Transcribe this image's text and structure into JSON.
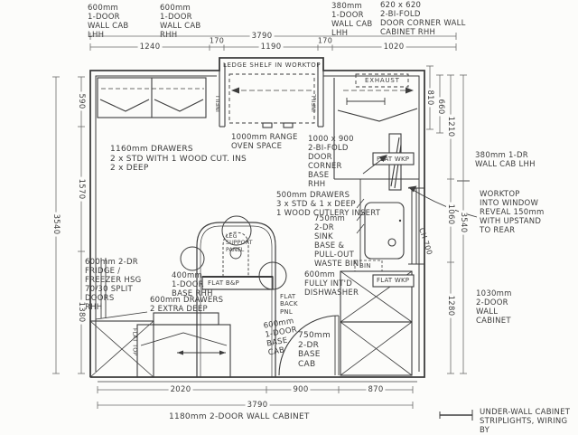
{
  "colors": {
    "ink": "#3c3c3c",
    "paper": "#fcfcfa"
  },
  "annotations": {
    "wall_cab_600_lhh": "600mm\n1-DOOR\nWALL CAB\nLHH",
    "wall_cab_600_rhh": "600mm\n1-DOOR\nWALL CAB\nRHH",
    "wall_cab_380_top": "380mm\n1-DOOR\nWALL CAB\nLHH",
    "corner_wall_cab_620": "620 x 620\n2-BI-FOLD\nDOOR CORNER WALL\nCABINET RHH",
    "ledge_shelf": "LEDGE SHELF IN WORKTOP",
    "infill_left": "INFILL",
    "infill_right": "INFILL",
    "exhaust": "EXHAUST",
    "range_oven": "1000mm RANGE\nOVEN SPACE",
    "corner_base": "1000 x 900\n2-BI-FOLD\nDOOR\nCORNER\nBASE\nRHH",
    "drawers_1160": "1160mm DRAWERS\n2 x STD WITH 1 WOOD CUT. INS\n2 x DEEP",
    "drawers_500": "500mm DRAWERS\n3 x STD & 1 x DEEP\n1 WOOD CUTLERY INSERT",
    "sink_750": "750mm\n2-DR\nSINK\nBASE &\nPULL-OUT\nWASTE BIN",
    "dishwasher_600": "600mm\nFULLY INT'D\nDISHWASHER",
    "fridge_600": "600mm 2-DR\nFRIDGE /\nFREEZER HSG\n70/30 SPLIT\nDOORS\nRHH",
    "base_400": "400mm\n1-DOOR\nBASE RHH",
    "drawers_600_deep": "600mm DRAWERS\n2 EXTRA DEEP",
    "leg_support": "LEG\nSUPPORT\nPANEL",
    "flat_bp": "FLAT B&P",
    "flat_back_pnl": "FLAT\nBACK\nPNL",
    "flat_wkp_top": "FLAT WKP",
    "flat_wkp_bottom": "FLAT WKP",
    "flat_top": "FLAT TOP",
    "bin": "BIN",
    "ch_700": "CH 700",
    "base_600_cab": "600mm\n1-DOOR\nBASE\nCAB",
    "base_750_cab": "750mm\n2-DR\nBASE\nCAB",
    "wall_cab_380_right": "380mm 1-DR\nWALL CAB LHH",
    "worktop_note": "WORKTOP\nINTO WINDOW\nREVEAL 150mm\nWITH UPSTAND\nTO REAR",
    "wall_cab_1030": "1030mm\n2-DOOR\nWALL\nCABINET",
    "wall_cab_1180": "1180mm  2-DOOR WALL CABINET",
    "legend_striplights": "UNDER-WALL CABINET\nSTRIPLIGHTS, WIRING BY"
  },
  "dimensions": {
    "top_overall": "3790",
    "top_gap_1": "170",
    "top_gap_2": "170",
    "top_seg_1": "1240",
    "top_seg_2": "1190",
    "top_seg_3": "1020",
    "left_seg_1": "590",
    "left_seg_2": "1570",
    "left_seg_3": "1380",
    "left_overall": "3540",
    "right_seg_1": "810",
    "right_seg_2": "660",
    "right_seg_3": "1210",
    "right_seg_4": "1060",
    "right_seg_5": "1280",
    "right_overall": "3540",
    "bottom_seg_1": "2020",
    "bottom_seg_2": "900",
    "bottom_seg_3": "870",
    "bottom_overall": "3790"
  }
}
